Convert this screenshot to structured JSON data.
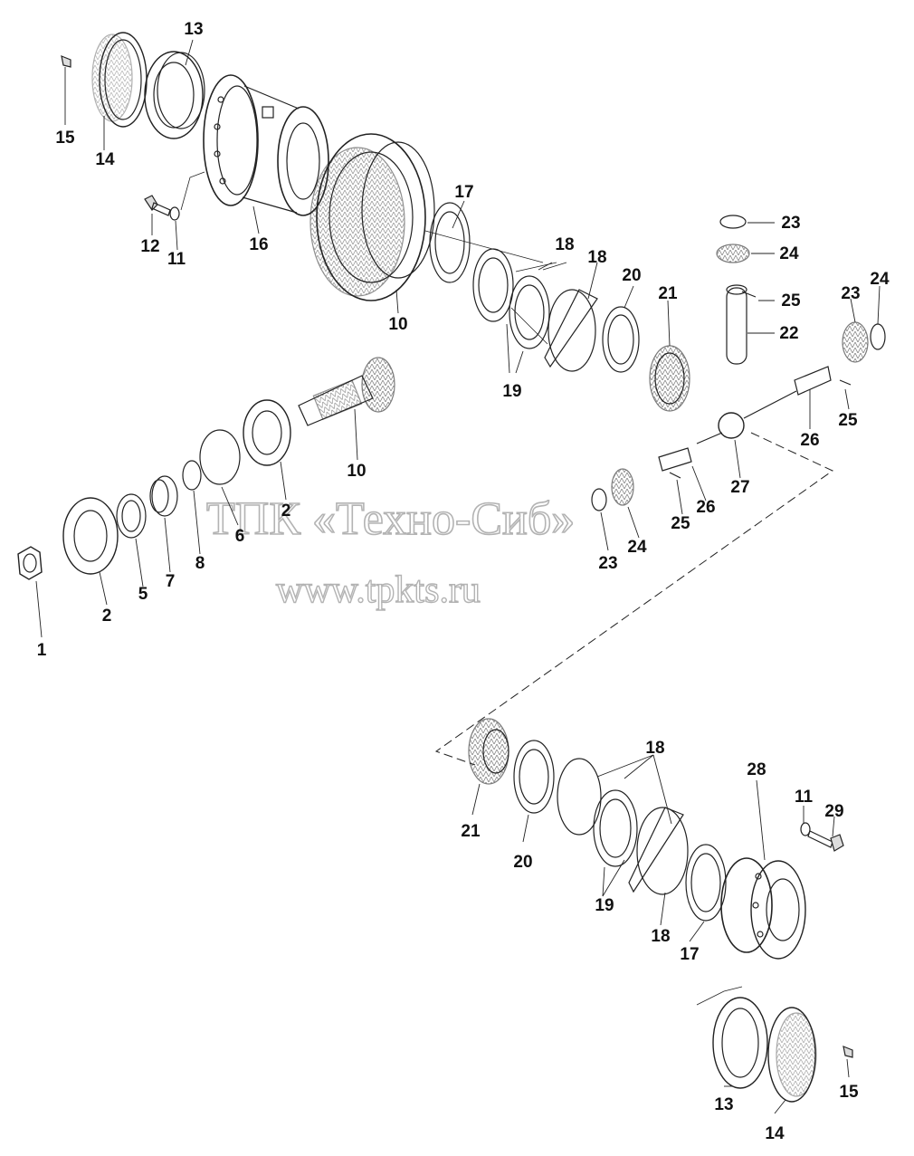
{
  "watermark": {
    "line1": "ТПК «Техно-Сиб»",
    "line2": "www.tpkts.ru"
  },
  "labels": [
    "13",
    "15",
    "14",
    "12",
    "11",
    "16",
    "10",
    "17",
    "18",
    "18",
    "20",
    "21",
    "19",
    "23",
    "24",
    "25",
    "22",
    "23",
    "24",
    "25",
    "10",
    "2",
    "6",
    "8",
    "7",
    "5",
    "2",
    "1",
    "26",
    "27",
    "26",
    "25",
    "24",
    "23",
    "18",
    "28",
    "11",
    "29",
    "21",
    "20",
    "19",
    "18",
    "17",
    "13",
    "14",
    "15"
  ]
}
